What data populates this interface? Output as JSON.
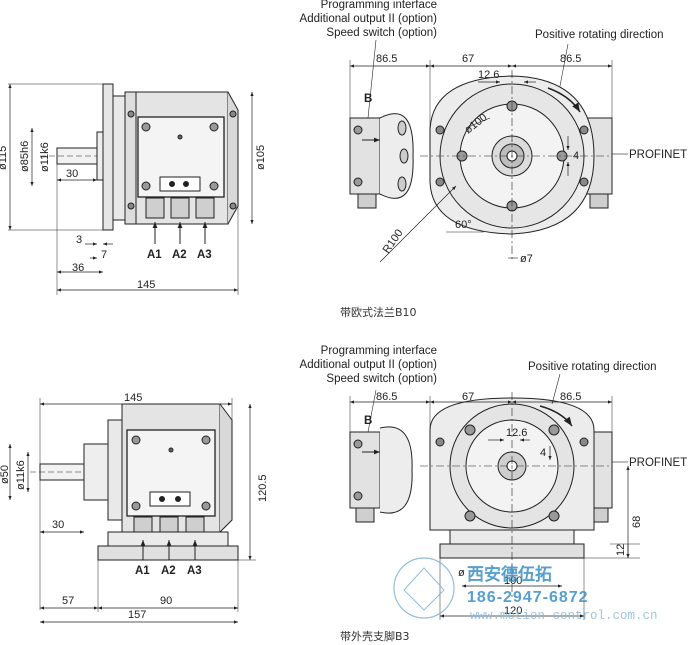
{
  "top": {
    "side": {
      "dims": [
        "ø115",
        "ø85h6",
        "ø11k6",
        "30",
        "3",
        "7",
        "36",
        "145",
        "ø105"
      ],
      "ports": [
        "A1",
        "A2",
        "A3"
      ]
    },
    "front": {
      "callouts": [
        "Programming interface",
        "Additional output II (option)",
        "Speed switch (option)"
      ],
      "direction_label": "Positive rotating direction",
      "profinet_label": "PROFINET",
      "arrow_label": "B",
      "dims": [
        "86.5",
        "67",
        "86.5",
        "12.6",
        "ø100",
        "4",
        "R100",
        "60°",
        "ø7"
      ]
    },
    "caption": "带欧式法兰B10"
  },
  "bottom": {
    "side": {
      "dims": [
        "145",
        "ø50",
        "ø11k6",
        "30",
        "120.5",
        "57",
        "90",
        "157"
      ],
      "ports": [
        "A1",
        "A2",
        "A3"
      ]
    },
    "front": {
      "callouts": [
        "Programming interface",
        "Additional output II (option)",
        "Speed switch (option)"
      ],
      "direction_label": "Positive rotating direction",
      "profinet_label": "PROFINET",
      "arrow_label": "B",
      "dims": [
        "86.5",
        "67",
        "86.5",
        "12.6",
        "4",
        "ø",
        "100",
        "120",
        "68",
        "12"
      ]
    },
    "caption": "带外壳支脚B3"
  },
  "watermark": {
    "company": "西安德伍拓",
    "phone": "186-2947-6872",
    "url": "www.motion-control.com.cn"
  }
}
